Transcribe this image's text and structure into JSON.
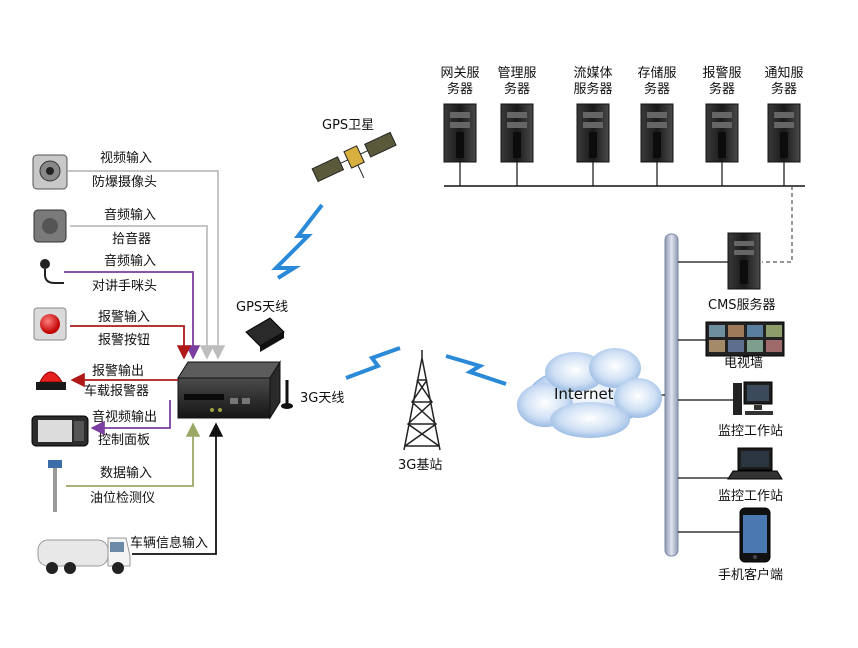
{
  "servers": {
    "gateway": "网关服\n务器",
    "management": "管理服\n务器",
    "streaming": "流媒体\n服务器",
    "storage": "存储服\n务器",
    "alarm": "报警服\n务器",
    "notify": "通知服\n务器"
  },
  "satellite": "GPS卫星",
  "gps_antenna": "GPS天线",
  "antenna_3g": "3G天线",
  "base_station": "3G基站",
  "internet": "Internet",
  "cms_server": "CMS服务器",
  "video_wall": "电视墙",
  "workstation_1": "监控工作站",
  "workstation_2": "监控工作站",
  "mobile_client": "手机客户端",
  "devices": {
    "camera": {
      "top": "视频输入",
      "bottom": "防爆摄像头"
    },
    "mic": {
      "top": "音频输入",
      "bottom": "拾音器"
    },
    "handmic": {
      "top": "音频输入",
      "bottom": "对讲手咪头"
    },
    "alarm_btn": {
      "top": "报警输入",
      "bottom": "报警按钮"
    },
    "alarm_out": {
      "top": "报警输出",
      "bottom": "车载报警器"
    },
    "panel": {
      "top": "音视频输出",
      "bottom": "控制面板"
    },
    "oil": {
      "top": "数据输入",
      "bottom": "油位检测仪"
    },
    "truck": {
      "top": "车辆信息输入"
    }
  },
  "colors": {
    "video_line": "#bdbdbd",
    "audio_line": "#7a3fa0",
    "alarm_line": "#b01818",
    "data_line": "#9aa865",
    "truck_line": "#111111",
    "lightning": "#2b8ad8"
  }
}
